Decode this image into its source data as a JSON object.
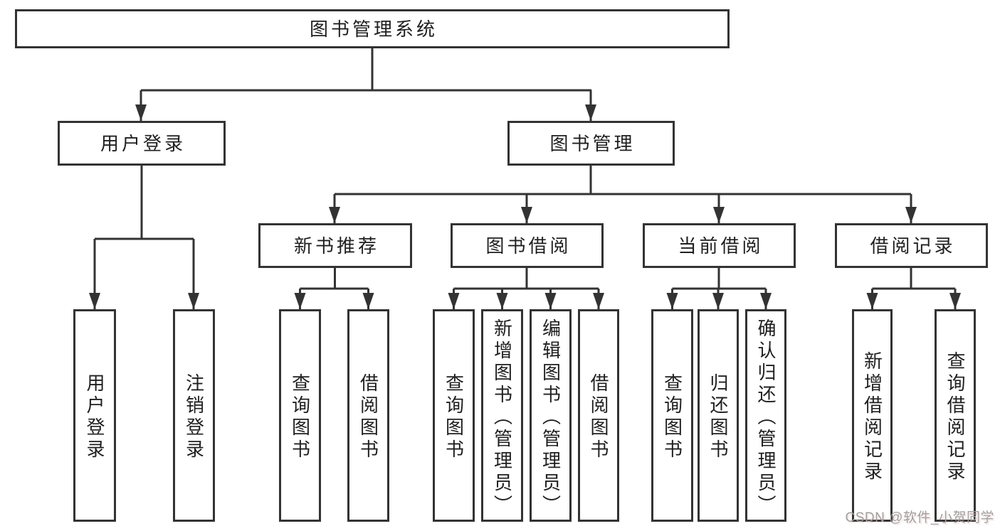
{
  "colors": {
    "line": "#333333",
    "background": "#ffffff",
    "text": "#1f1f1f",
    "watermark_text": "#9f9f9f"
  },
  "nodes": {
    "root": "图书管理系统",
    "l2": [
      "用户登录",
      "图书管理"
    ],
    "l3": [
      "新书推荐",
      "图书借阅",
      "当前借阅",
      "借阅记录"
    ],
    "leaves": {
      "user": [
        "用户登录",
        "注销登录"
      ],
      "recommend": [
        "查询图书",
        "借阅图书"
      ],
      "borrow": [
        "查询图书",
        "新增图书（管理员）",
        "编辑图书（管理员）",
        "借阅图书"
      ],
      "current": [
        "查询图书",
        "归还图书",
        "确认归还（管理员）"
      ],
      "record": [
        "新增借阅记录",
        "查询借阅记录"
      ]
    }
  },
  "watermark": "CSDN @软件_小贺同学"
}
